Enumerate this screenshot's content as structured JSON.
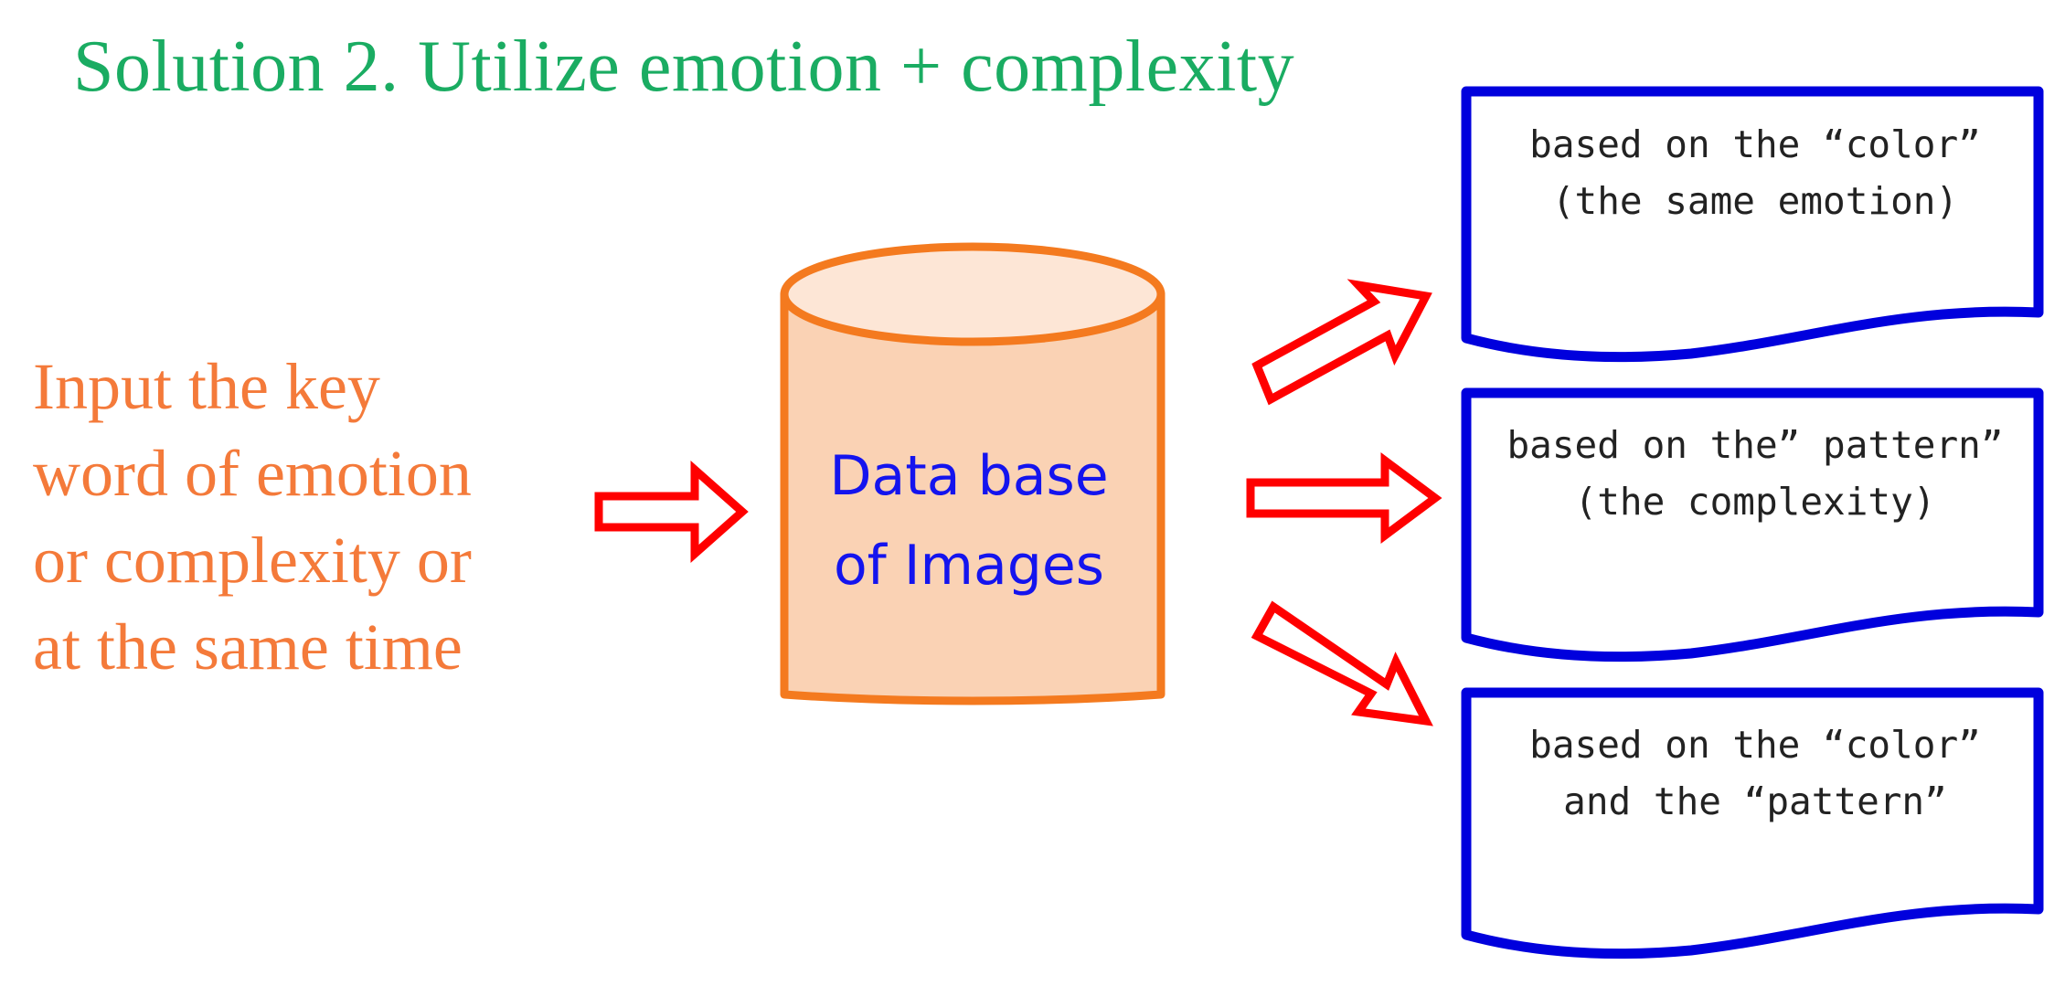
{
  "title": "Solution 2. Utilize emotion + complexity",
  "input_text": [
    "Input the key",
    "word of emotion",
    "or complexity or",
    "at the same time"
  ],
  "database": {
    "lines": [
      "Data base",
      "of Images"
    ]
  },
  "outputs": [
    {
      "lines": [
        "based on the “color”",
        "(the same emotion)"
      ]
    },
    {
      "lines": [
        "based on the” pattern”",
        "(the complexity)"
      ]
    },
    {
      "lines": [
        "based on the “color”",
        "and the “pattern”"
      ]
    }
  ],
  "colors": {
    "title": "#1aac62",
    "input_text": "#f47a3a",
    "database_fill": "#fad2b4",
    "database_stroke": "#f47a1f",
    "database_text": "#1414ee",
    "arrow_stroke": "#ff0000",
    "document_stroke": "#0000dd"
  }
}
